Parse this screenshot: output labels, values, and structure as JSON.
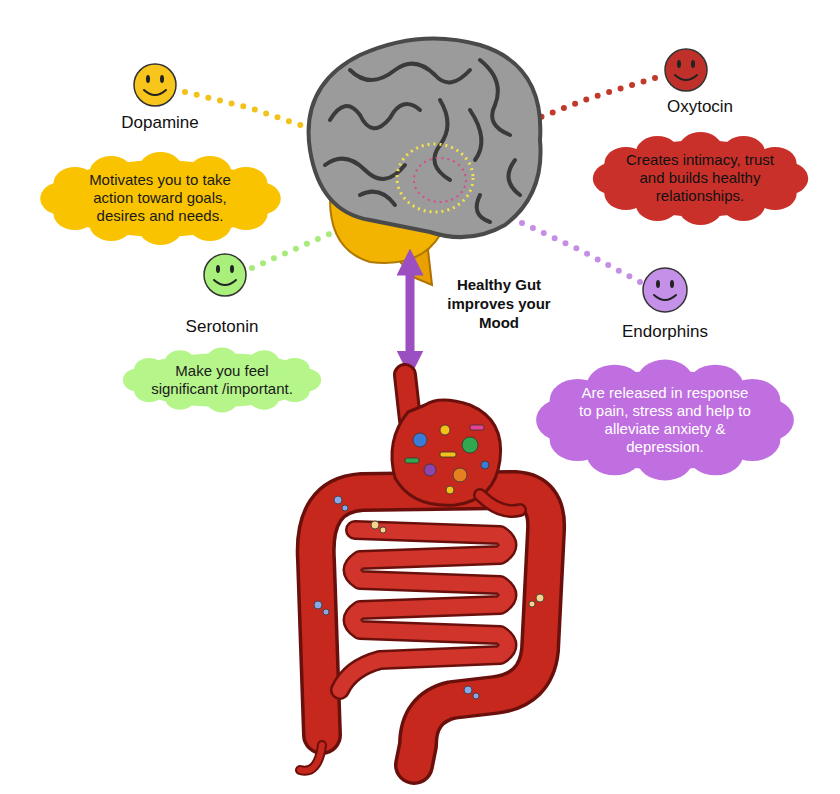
{
  "diagram": {
    "nodes": [
      {
        "text": [
          "Dopamine",
          "Motivates you to take action toward goals, desires and needs."
        ]
      },
      {
        "text": [
          "Oxytocin",
          "Creates intimacy, trust and builds healthy relationships."
        ]
      },
      {
        "text": [
          "Serotonin",
          "Make you feel significant /important."
        ]
      },
      {
        "text": [
          "Endorphins",
          "Are released in response to pain, stress and help to alleviate anxiety & depression."
        ]
      }
    ],
    "labels": [
      "Healthy Gut improves your Mood"
    ]
  }
}
